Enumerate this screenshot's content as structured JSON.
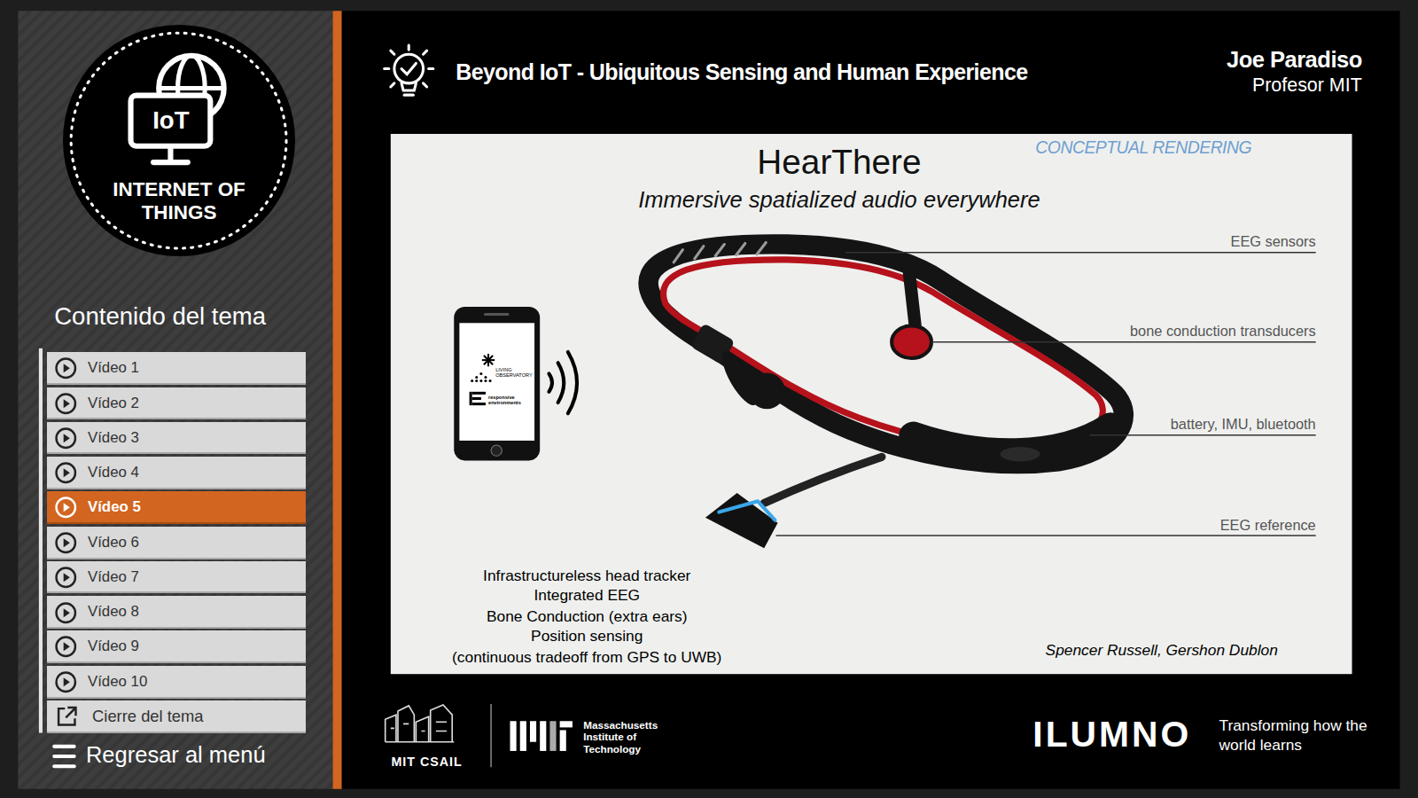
{
  "diagram": {
    "title": "Beyond IoT - Ubiquitous Sensing and Human Experience",
    "nodes": [
      {
        "text": [
          "IoT",
          "INTERNET OF THINGS"
        ]
      },
      {
        "text": [
          "Vídeo 1"
        ]
      },
      {
        "text": [
          "Vídeo 2"
        ]
      },
      {
        "text": [
          "Vídeo 3"
        ]
      },
      {
        "text": [
          "Vídeo 4"
        ]
      },
      {
        "text": [
          "Vídeo 5"
        ]
      },
      {
        "text": [
          "Vídeo 6"
        ]
      },
      {
        "text": [
          "Vídeo 7"
        ]
      },
      {
        "text": [
          "Vídeo 8"
        ]
      },
      {
        "text": [
          "Vídeo 9"
        ]
      },
      {
        "text": [
          "Vídeo 10"
        ]
      },
      {
        "text": [
          "Cierre del tema"
        ]
      },
      {
        "text": [
          "HearThere",
          "Immersive spatialized audio everywhere"
        ]
      }
    ],
    "labels": [
      "Contenido del tema",
      "Regresar al menú",
      "Joe Paradiso",
      "Profesor MIT",
      "CONCEPTUAL RENDERING",
      "EEG sensors",
      "bone conduction transducers",
      "battery, IMU, bluetooth",
      "EEG reference",
      "LIVING OBSERVATORY",
      "responsive environments",
      "Infrastructureless head tracker",
      "Integrated EEG",
      "Bone Conduction (extra ears)",
      "Position sensing",
      "(continuous tradeoff from GPS to UWB)",
      "Spencer Russell, Gershon Dublon",
      "MIT CSAIL",
      "Massachusetts Institute of Technology",
      "ILUMNO",
      "Transforming how the world learns"
    ]
  }
}
